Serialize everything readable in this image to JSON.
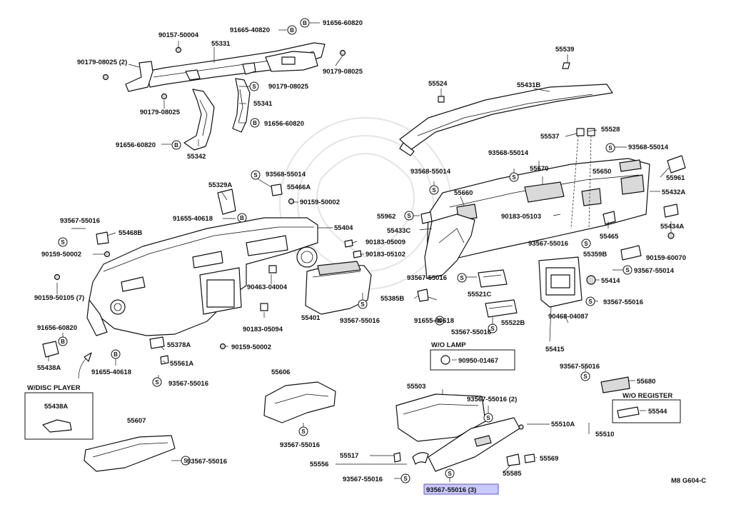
{
  "diagram_code": "M8 G604-C",
  "sections": {
    "disc_player": "W/DISC PLAYER",
    "wo_lamp": "W/O LAMP",
    "wo_register": "W/O REGISTER"
  },
  "highlight_label": "93567-55016 (3)",
  "labels": [
    {
      "id": "l1",
      "text": "90157-50004"
    },
    {
      "id": "l2",
      "text": "91665-40820"
    },
    {
      "id": "l3",
      "text": "91656-60820"
    },
    {
      "id": "l4",
      "text": "55331"
    },
    {
      "id": "l5",
      "text": "90179-08025 (2)"
    },
    {
      "id": "l6",
      "text": "90179-08025"
    },
    {
      "id": "l7",
      "text": "90179-08025"
    },
    {
      "id": "l8",
      "text": "90179-08025"
    },
    {
      "id": "l9",
      "text": "55341"
    },
    {
      "id": "l10",
      "text": "91656-60820"
    },
    {
      "id": "l11",
      "text": "91656-60820"
    },
    {
      "id": "l12",
      "text": "55342"
    },
    {
      "id": "l13",
      "text": "55539"
    },
    {
      "id": "l14",
      "text": "55524"
    },
    {
      "id": "l15",
      "text": "55431B"
    },
    {
      "id": "l16",
      "text": "55537"
    },
    {
      "id": "l17",
      "text": "55528"
    },
    {
      "id": "l18",
      "text": "93568-55014"
    },
    {
      "id": "l19",
      "text": "93568-55014"
    },
    {
      "id": "l20",
      "text": "93568-55014"
    },
    {
      "id": "l21",
      "text": "55670"
    },
    {
      "id": "l22",
      "text": "55650"
    },
    {
      "id": "l23",
      "text": "55961"
    },
    {
      "id": "l24",
      "text": "55432A"
    },
    {
      "id": "l25",
      "text": "55660"
    },
    {
      "id": "l26",
      "text": "55962"
    },
    {
      "id": "l27",
      "text": "55433C"
    },
    {
      "id": "l28",
      "text": "90183-05103"
    },
    {
      "id": "l29",
      "text": "55465"
    },
    {
      "id": "l30",
      "text": "55434A"
    },
    {
      "id": "l31",
      "text": "93567-55016"
    },
    {
      "id": "l32",
      "text": "90159-60070"
    },
    {
      "id": "l33",
      "text": "55359B"
    },
    {
      "id": "l34",
      "text": "93567-55014"
    },
    {
      "id": "l35",
      "text": "55414"
    },
    {
      "id": "l36",
      "text": "93567-55016"
    },
    {
      "id": "l37",
      "text": "90468-04087"
    },
    {
      "id": "l38",
      "text": "55415"
    },
    {
      "id": "l39",
      "text": "93568-55014"
    },
    {
      "id": "l40",
      "text": "55329A"
    },
    {
      "id": "l41",
      "text": "55466A"
    },
    {
      "id": "l42",
      "text": "90159-50002"
    },
    {
      "id": "l43",
      "text": "91655-40618"
    },
    {
      "id": "l44",
      "text": "55404"
    },
    {
      "id": "l45",
      "text": "93567-55016"
    },
    {
      "id": "l46",
      "text": "55468B"
    },
    {
      "id": "l47",
      "text": "90159-50002"
    },
    {
      "id": "l48",
      "text": "90183-05009"
    },
    {
      "id": "l49",
      "text": "90183-05102"
    },
    {
      "id": "l50",
      "text": "90159-50105 (7)"
    },
    {
      "id": "l51",
      "text": "90463-04004"
    },
    {
      "id": "l52",
      "text": "93567-55016"
    },
    {
      "id": "l53",
      "text": "55521C"
    },
    {
      "id": "l54",
      "text": "55385B"
    },
    {
      "id": "l55",
      "text": "55401"
    },
    {
      "id": "l56",
      "text": "93567-55016"
    },
    {
      "id": "l57",
      "text": "91655-40618"
    },
    {
      "id": "l58",
      "text": "55522B"
    },
    {
      "id": "l59",
      "text": "53567-55016"
    },
    {
      "id": "l60",
      "text": "90183-05094"
    },
    {
      "id": "l61",
      "text": "91656-60820"
    },
    {
      "id": "l62",
      "text": "55378A"
    },
    {
      "id": "l63",
      "text": "90159-50002"
    },
    {
      "id": "l64",
      "text": "55438A"
    },
    {
      "id": "l65",
      "text": "91655-40618"
    },
    {
      "id": "l66",
      "text": "55561A"
    },
    {
      "id": "l67",
      "text": "93567-55016"
    },
    {
      "id": "l68",
      "text": "90950-01467"
    },
    {
      "id": "l69",
      "text": "93567-55016"
    },
    {
      "id": "l70",
      "text": "55680"
    },
    {
      "id": "l71",
      "text": "55544"
    },
    {
      "id": "l72",
      "text": "55438A"
    },
    {
      "id": "l73",
      "text": "55606"
    },
    {
      "id": "l74",
      "text": "55503"
    },
    {
      "id": "l75",
      "text": "93567-55016 (2)"
    },
    {
      "id": "l76",
      "text": "55510A"
    },
    {
      "id": "l77",
      "text": "55510"
    },
    {
      "id": "l78",
      "text": "93567-55016"
    },
    {
      "id": "l79",
      "text": "55607"
    },
    {
      "id": "l80",
      "text": "55517"
    },
    {
      "id": "l81",
      "text": "55556"
    },
    {
      "id": "l82",
      "text": "55569"
    },
    {
      "id": "l83",
      "text": "55585"
    },
    {
      "id": "l84",
      "text": "93567-55016"
    },
    {
      "id": "l85",
      "text": "93567-55016"
    }
  ]
}
